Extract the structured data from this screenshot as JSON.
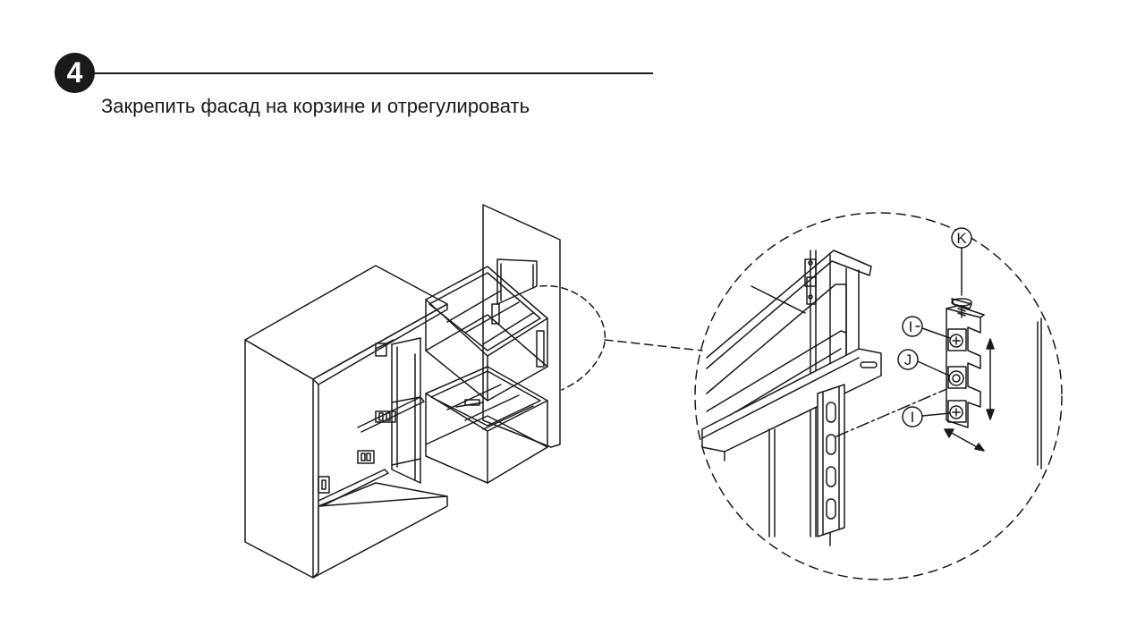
{
  "step": {
    "number": "4",
    "instruction": "Закрепить фасад на корзине и отрегулировать"
  },
  "callouts": {
    "k": "K",
    "i_top": "I",
    "j": "J",
    "i_bottom": "I"
  },
  "colors": {
    "line": "#1a1a1a",
    "panel_fill": "#ffffff"
  }
}
